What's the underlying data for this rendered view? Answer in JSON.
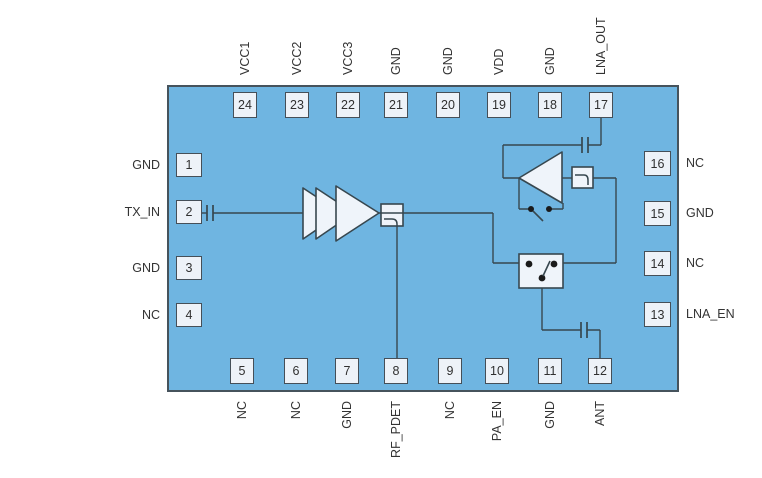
{
  "diagram_type": "rf-front-end-ic-pinout-functional-diagram",
  "pins": {
    "top": [
      {
        "number": "24",
        "label": "VCC1"
      },
      {
        "number": "23",
        "label": "VCC2"
      },
      {
        "number": "22",
        "label": "VCC3"
      },
      {
        "number": "21",
        "label": "GND"
      },
      {
        "number": "20",
        "label": "GND"
      },
      {
        "number": "19",
        "label": "VDD"
      },
      {
        "number": "18",
        "label": "GND"
      },
      {
        "number": "17",
        "label": "LNA_OUT"
      }
    ],
    "bottom": [
      {
        "number": "5",
        "label": "NC"
      },
      {
        "number": "6",
        "label": "NC"
      },
      {
        "number": "7",
        "label": "GND"
      },
      {
        "number": "8",
        "label": "RF_PDET"
      },
      {
        "number": "9",
        "label": "NC"
      },
      {
        "number": "10",
        "label": "PA_EN"
      },
      {
        "number": "11",
        "label": "GND"
      },
      {
        "number": "12",
        "label": "ANT"
      }
    ],
    "left": [
      {
        "number": "1",
        "label": "GND"
      },
      {
        "number": "2",
        "label": "TX_IN"
      },
      {
        "number": "3",
        "label": "GND"
      },
      {
        "number": "4",
        "label": "NC"
      }
    ],
    "right": [
      {
        "number": "16",
        "label": "NC"
      },
      {
        "number": "15",
        "label": "GND"
      },
      {
        "number": "14",
        "label": "NC"
      },
      {
        "number": "13",
        "label": "LNA_EN"
      }
    ]
  },
  "components": {
    "pa": "power-amplifier-3-stage-icon",
    "coupler": "directional-coupler-power-detector-icon",
    "lna": "low-noise-amplifier-icon",
    "lna_filter": "coupler-filter-icon",
    "trx_switch": "spdt-antenna-switch-icon",
    "bypass_switch": "lna-bypass-switch-icon",
    "capacitors": "dc-block-capacitor-icon"
  },
  "colors": {
    "chip_fill": "#6FB5E1",
    "chip_border": "#46535C",
    "pin_fill": "#EDF2F8",
    "pin_border": "#454F58",
    "line": "#37474F",
    "shape_fill": "#EFF4FA",
    "dot": "#1A1A1A",
    "text": "#333333",
    "background": "#FFFFFF"
  }
}
